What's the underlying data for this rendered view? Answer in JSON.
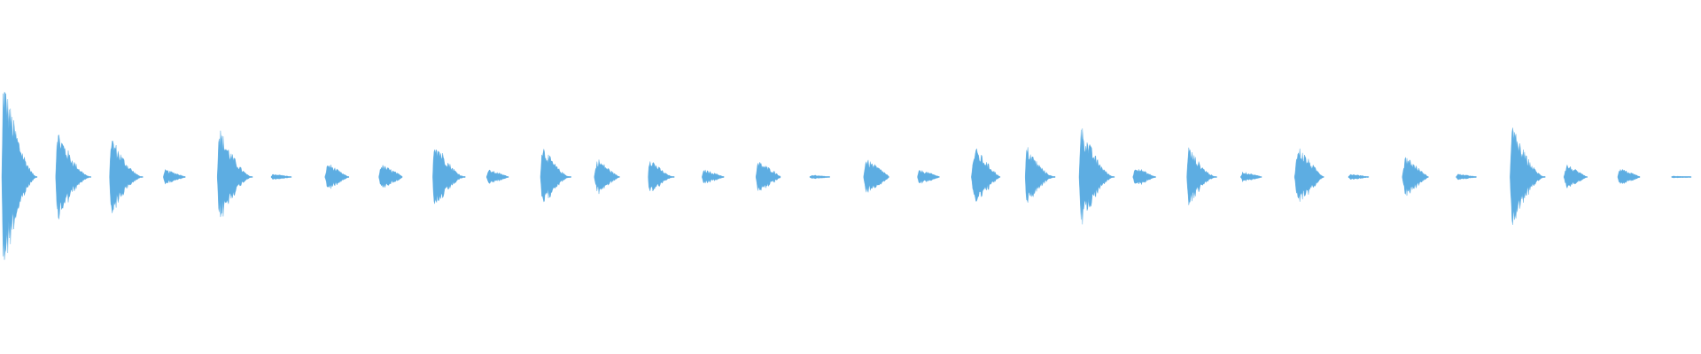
{
  "waveform": {
    "color": "#5dade2",
    "background": "#ffffff",
    "hits": [
      {
        "amplitude": 0.94,
        "shape": "sharp"
      },
      {
        "amplitude": 0.46,
        "shape": "sharp"
      },
      {
        "amplitude": 0.4,
        "shape": "sharp"
      },
      {
        "amplitude": 0.07,
        "shape": "flat"
      },
      {
        "amplitude": 0.48,
        "shape": "sharp"
      },
      {
        "amplitude": 0.03,
        "shape": "flat"
      },
      {
        "amplitude": 0.13,
        "shape": "round"
      },
      {
        "amplitude": 0.12,
        "shape": "flat"
      },
      {
        "amplitude": 0.38,
        "shape": "sharp"
      },
      {
        "amplitude": 0.07,
        "shape": "flat"
      },
      {
        "amplitude": 0.32,
        "shape": "sharp"
      },
      {
        "amplitude": 0.17,
        "shape": "round"
      },
      {
        "amplitude": 0.2,
        "shape": "sharp"
      },
      {
        "amplitude": 0.07,
        "shape": "flat"
      },
      {
        "amplitude": 0.15,
        "shape": "flat"
      },
      {
        "amplitude": 0.02,
        "shape": "flat"
      },
      {
        "amplitude": 0.17,
        "shape": "flat"
      },
      {
        "amplitude": 0.07,
        "shape": "flat"
      },
      {
        "amplitude": 0.27,
        "shape": "round"
      },
      {
        "amplitude": 0.3,
        "shape": "sharp"
      },
      {
        "amplitude": 0.5,
        "shape": "sharp"
      },
      {
        "amplitude": 0.1,
        "shape": "round"
      },
      {
        "amplitude": 0.3,
        "shape": "sharp"
      },
      {
        "amplitude": 0.05,
        "shape": "flat"
      },
      {
        "amplitude": 0.28,
        "shape": "round"
      },
      {
        "amplitude": 0.03,
        "shape": "flat"
      },
      {
        "amplitude": 0.2,
        "shape": "round"
      },
      {
        "amplitude": 0.03,
        "shape": "flat"
      },
      {
        "amplitude": 0.5,
        "shape": "sharp"
      },
      {
        "amplitude": 0.12,
        "shape": "round"
      },
      {
        "amplitude": 0.08,
        "shape": "flat"
      },
      {
        "amplitude": 0.01,
        "shape": "flat"
      }
    ]
  }
}
